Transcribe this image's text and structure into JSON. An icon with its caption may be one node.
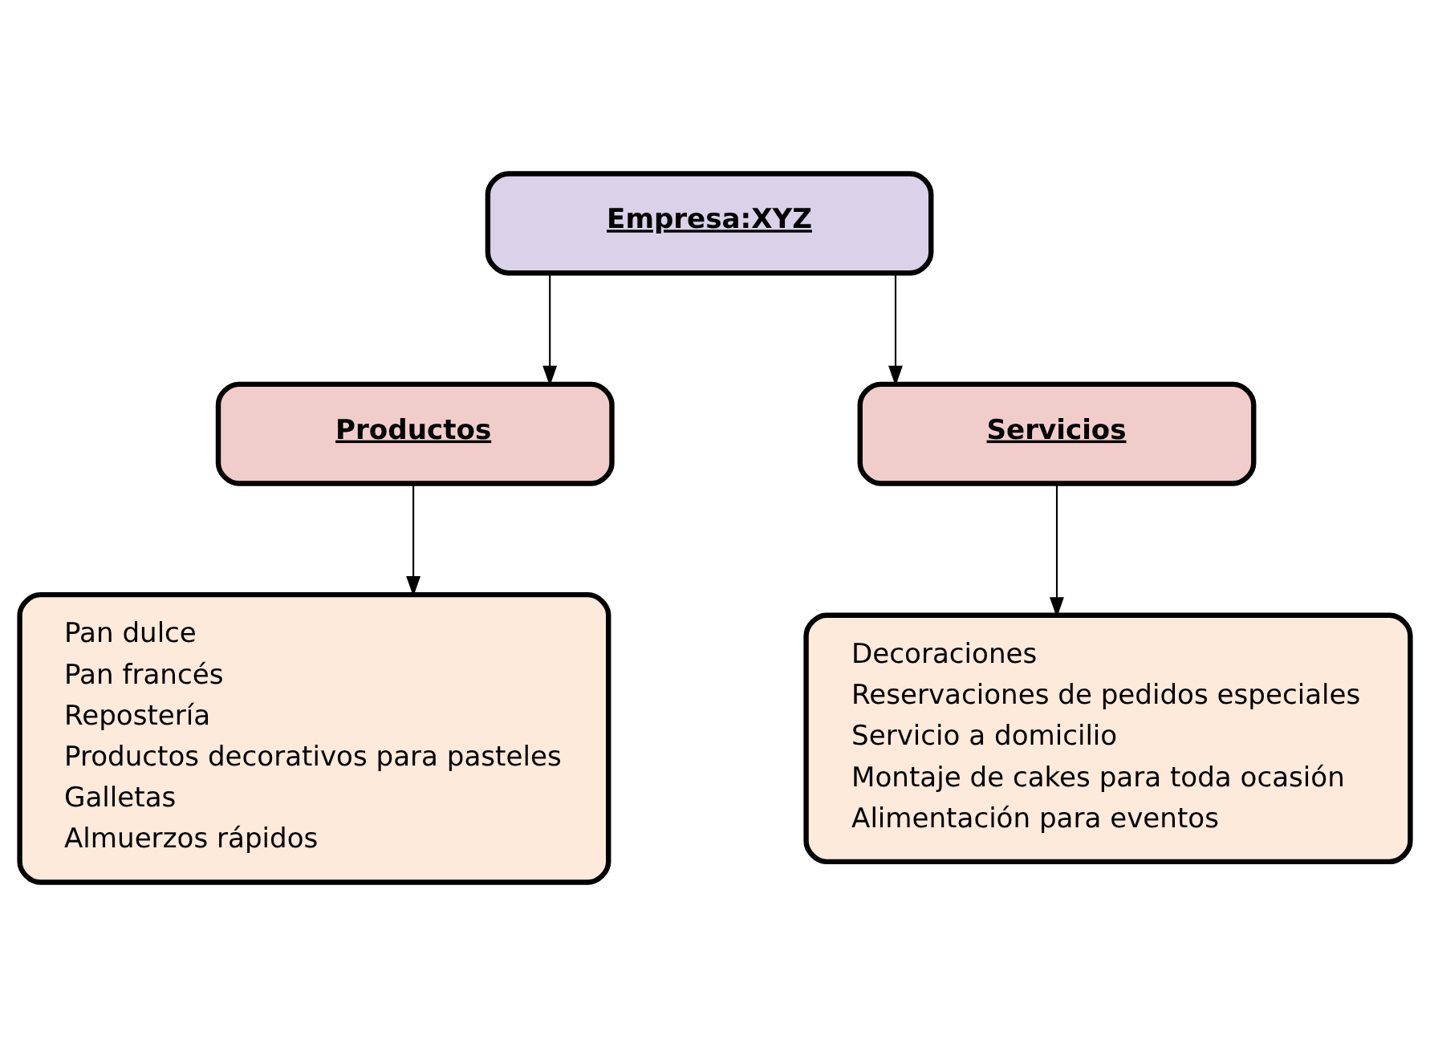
{
  "diagram": {
    "nodes": [
      {
        "text": [
          "Empresa:XYZ"
        ]
      },
      {
        "text": [
          "Productos"
        ]
      },
      {
        "text": [
          "Servicios"
        ]
      },
      {
        "text": [
          "Pan dulce",
          "Pan francés",
          "Repostería",
          "Productos decorativos para pasteles",
          "Galletas",
          "Almuerzos rápidos"
        ]
      },
      {
        "text": [
          "Decoraciones",
          "Reservaciones de pedidos especiales",
          "Servicio a domicilio",
          "Montaje de cakes para toda ocasión",
          "Alimentación para eventos"
        ]
      }
    ],
    "edges": [
      {
        "from": 0,
        "to": 1,
        "arrow": "to"
      },
      {
        "from": 0,
        "to": 2,
        "arrow": "to"
      },
      {
        "from": 1,
        "to": 3,
        "arrow": "to"
      },
      {
        "from": 2,
        "to": 4,
        "arrow": "to"
      }
    ]
  }
}
